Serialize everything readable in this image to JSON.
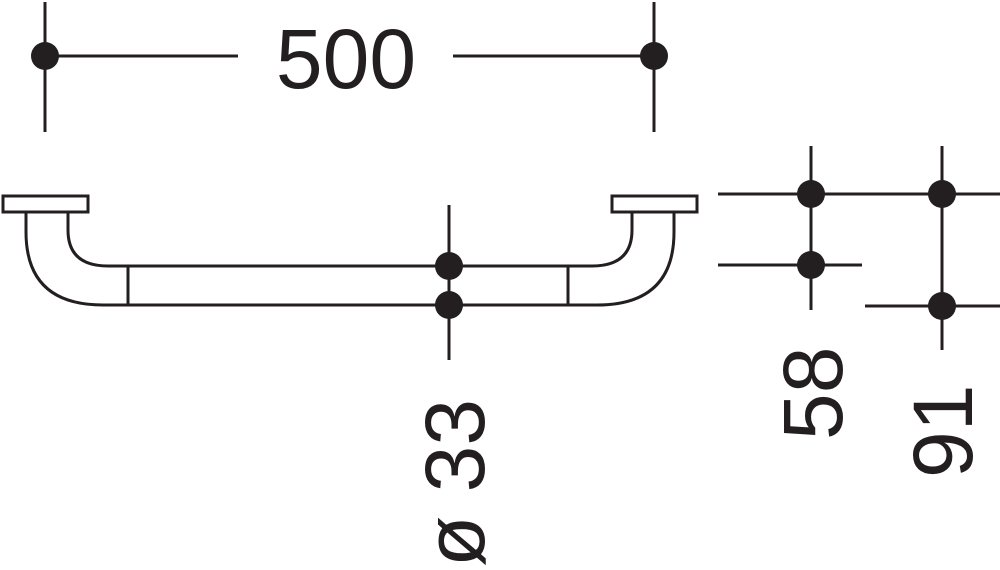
{
  "dimensions": {
    "length": "500",
    "diameter": "ø 33",
    "projection_inner": "58",
    "projection_outer": "91"
  },
  "colors": {
    "ink": "#231f20",
    "background": "#ffffff"
  }
}
